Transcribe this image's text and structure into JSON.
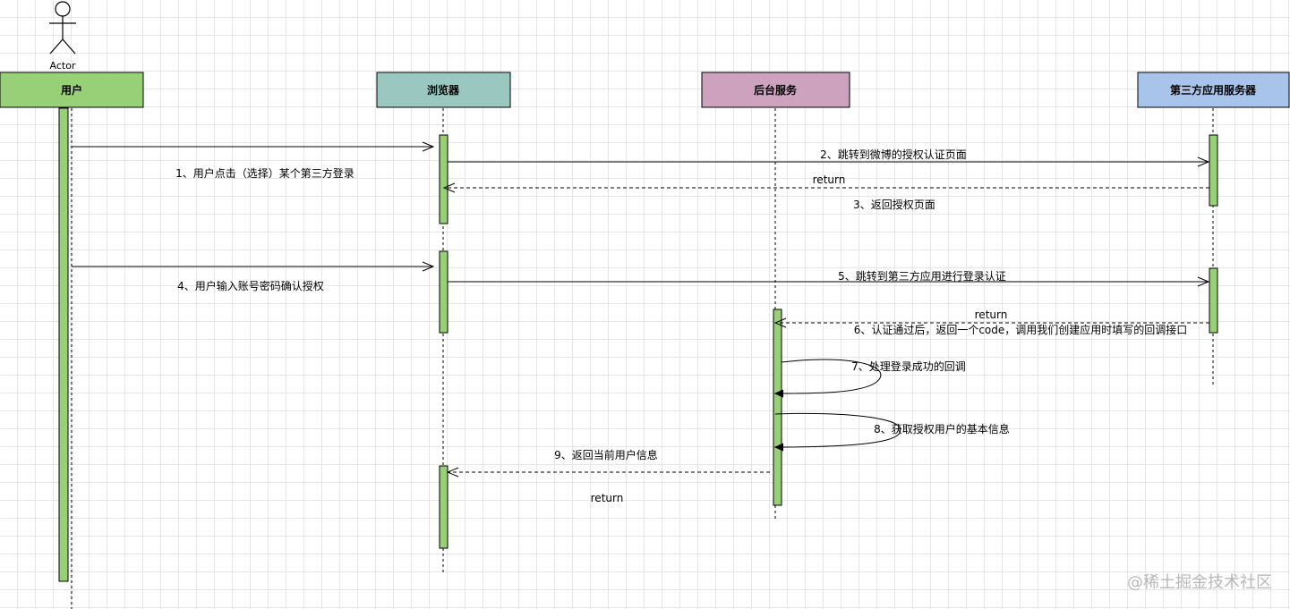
{
  "actor": {
    "label": "Actor"
  },
  "participants": [
    {
      "id": "user",
      "label": "用户",
      "fill": "#97d077"
    },
    {
      "id": "browser",
      "label": "浏览器",
      "fill": "#9ac7bf"
    },
    {
      "id": "backend",
      "label": "后台服务",
      "fill": "#cda2be"
    },
    {
      "id": "thirdparty",
      "label": "第三方应用服务器",
      "fill": "#a9c4eb"
    }
  ],
  "activation_color": "#97d077",
  "messages": [
    {
      "id": "m1",
      "label": "1、用户点击（选择）某个第三方登录",
      "from": "user",
      "to": "browser",
      "style": "solid"
    },
    {
      "id": "m2",
      "label": "2、跳转到微博的授权认证页面",
      "from": "browser",
      "to": "thirdparty",
      "style": "solid"
    },
    {
      "id": "m2r",
      "label": "return",
      "from": "thirdparty",
      "to": "browser",
      "style": "dashed"
    },
    {
      "id": "m3",
      "label": "3、返回授权页面",
      "from": "thirdparty",
      "to": "browser",
      "style": "note"
    },
    {
      "id": "m4",
      "label": "4、用户输入账号密码确认授权",
      "from": "user",
      "to": "browser",
      "style": "solid"
    },
    {
      "id": "m5",
      "label": "5、跳转到第三方应用进行登录认证",
      "from": "browser",
      "to": "thirdparty",
      "style": "solid"
    },
    {
      "id": "m6r",
      "label": "return",
      "from": "thirdparty",
      "to": "backend",
      "style": "dashed"
    },
    {
      "id": "m6",
      "label": "6、认证通过后，返回一个code，调用我们创建应用时填写的回调接口",
      "from": "thirdparty",
      "to": "backend",
      "style": "note"
    },
    {
      "id": "m7",
      "label": "7、处理登录成功的回调",
      "from": "backend",
      "to": "backend",
      "style": "self"
    },
    {
      "id": "m8",
      "label": "8、获取授权用户的基本信息",
      "from": "backend",
      "to": "backend",
      "style": "self"
    },
    {
      "id": "m9",
      "label": "9、返回当前用户信息",
      "from": "backend",
      "to": "browser",
      "style": "dashed"
    },
    {
      "id": "m9r",
      "label": "return",
      "from": "backend",
      "to": "browser",
      "style": "note"
    }
  ],
  "watermark": "@稀土掘金技术社区"
}
